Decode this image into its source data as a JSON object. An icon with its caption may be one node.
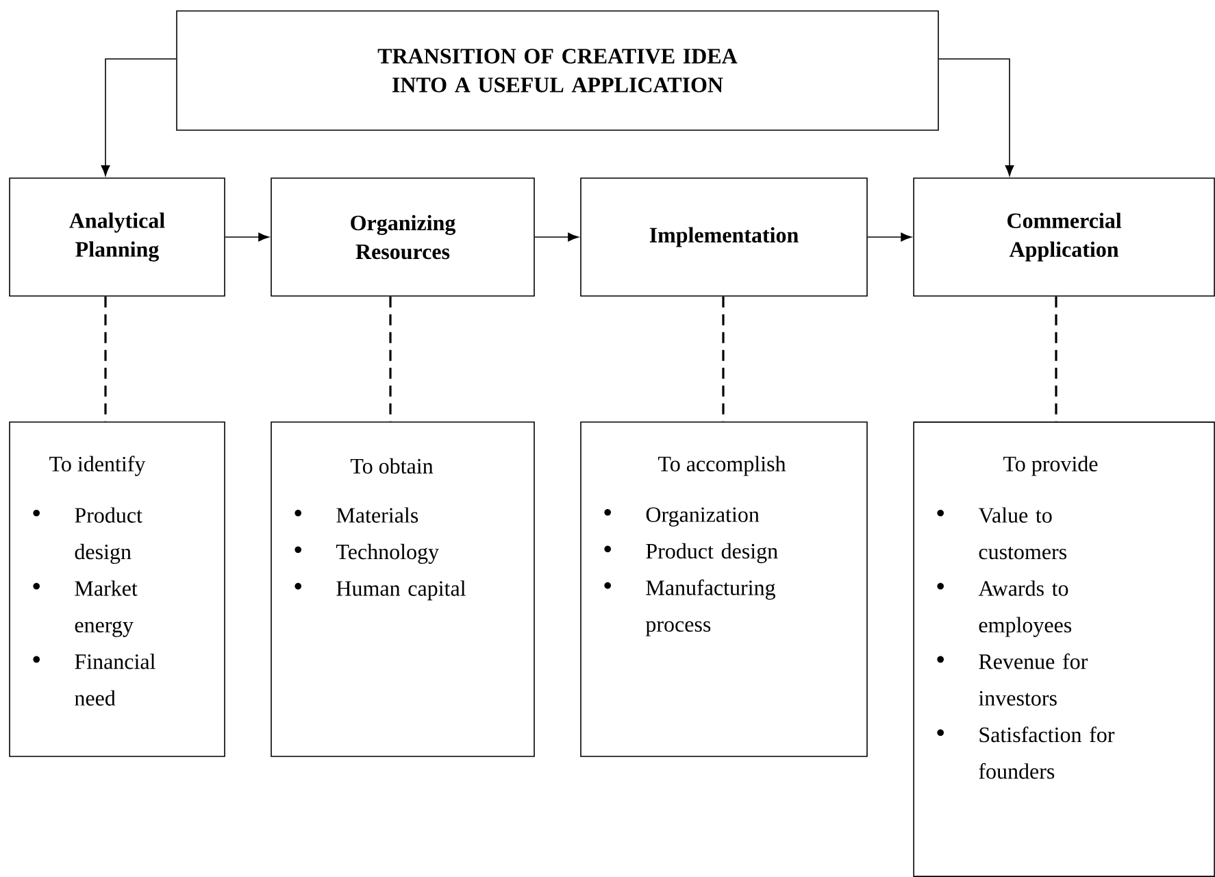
{
  "diagram": {
    "nodes": [
      {
        "text": [
          "TRANSITION OF CREATIVE IDEA INTO A USEFUL APPLICATION"
        ]
      },
      {
        "text": [
          "Analytical Planning"
        ]
      },
      {
        "text": [
          "Organizing Resources"
        ]
      },
      {
        "text": [
          "Implementation"
        ]
      },
      {
        "text": [
          "Commercial Application"
        ]
      },
      {
        "text": [
          "To identify",
          "Product design",
          "Market energy",
          "Financial need"
        ]
      },
      {
        "text": [
          "To obtain",
          "Materials",
          "Technology",
          "Human capital"
        ]
      },
      {
        "text": [
          "To accomplish",
          "Organization",
          "Product design",
          "Manufacturing process"
        ]
      },
      {
        "text": [
          "To provide",
          "Value to customers",
          "Awards to employees",
          "Revenue for investors",
          "Satisfaction for founders"
        ]
      }
    ],
    "edges": [
      {
        "from": 0,
        "to": 1,
        "arrow": "to"
      },
      {
        "from": 0,
        "to": 4,
        "arrow": "to"
      },
      {
        "from": 1,
        "to": 2,
        "arrow": "to"
      },
      {
        "from": 2,
        "to": 3,
        "arrow": "to"
      },
      {
        "from": 3,
        "to": 4,
        "arrow": "to"
      },
      {
        "from": 1,
        "to": 5,
        "arrow": "none",
        "style": "dashed"
      },
      {
        "from": 2,
        "to": 6,
        "arrow": "none",
        "style": "dashed"
      },
      {
        "from": 3,
        "to": 7,
        "arrow": "none",
        "style": "dashed"
      },
      {
        "from": 4,
        "to": 8,
        "arrow": "none",
        "style": "dashed"
      }
    ]
  }
}
